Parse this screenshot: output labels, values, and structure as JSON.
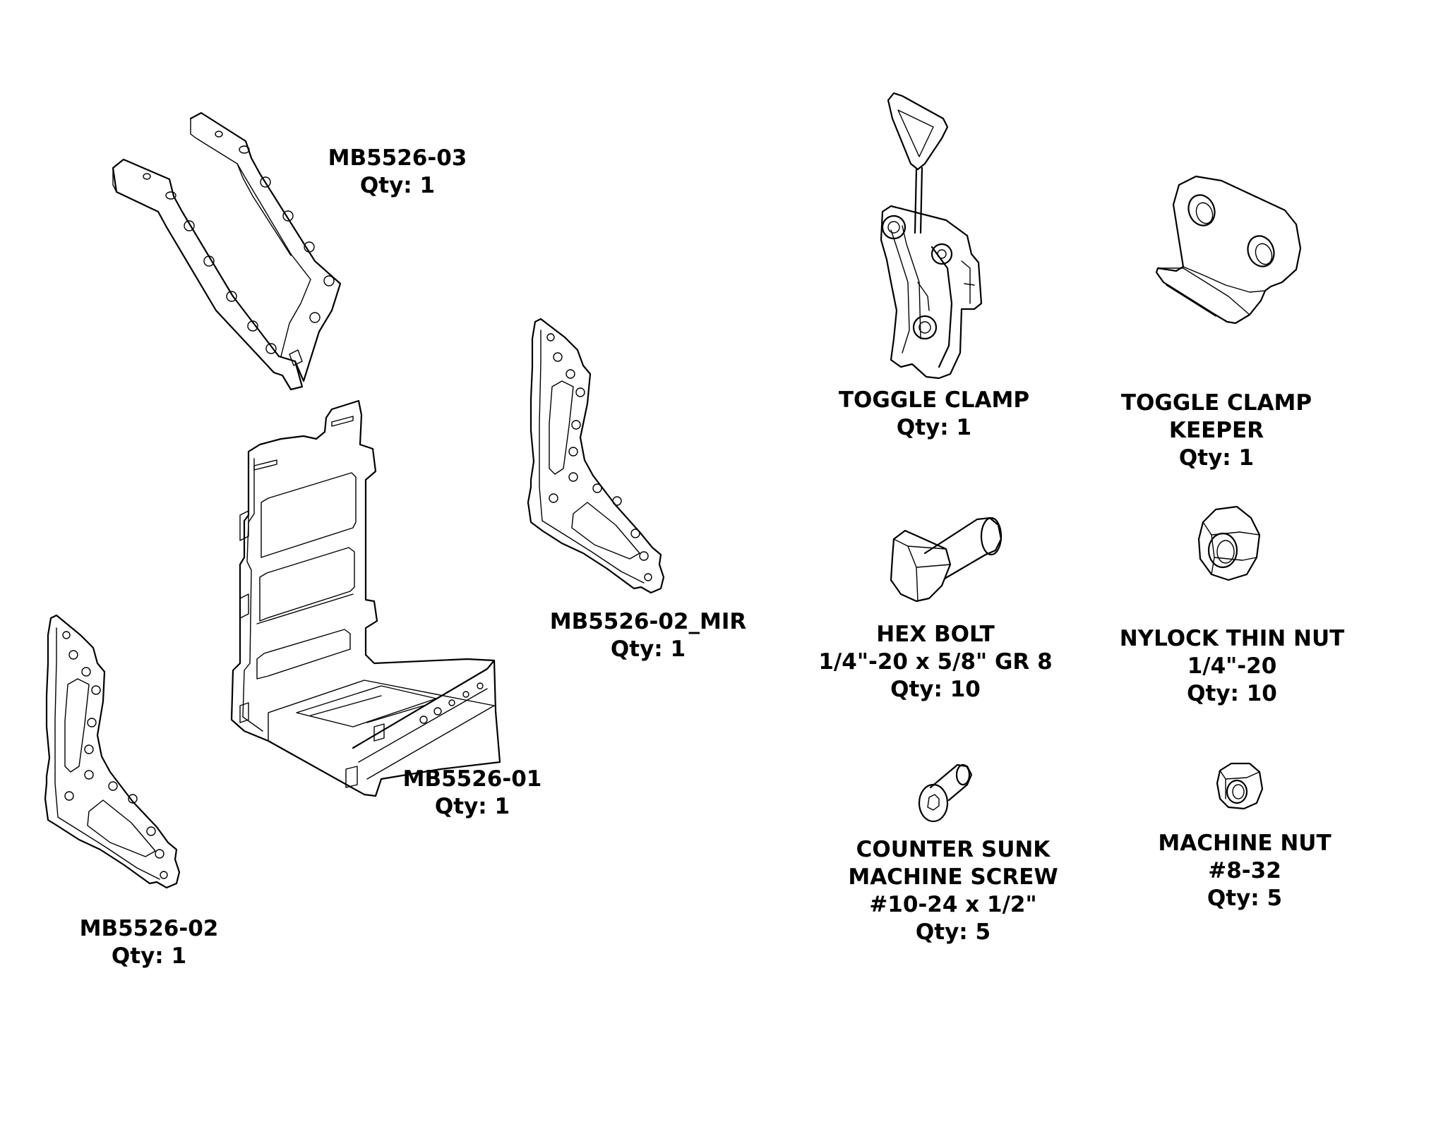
{
  "parts": {
    "mb5526_03": {
      "name": "MB5526-03",
      "qty": "Qty: 1"
    },
    "toggle_clamp": {
      "name": "TOGGLE CLAMP",
      "qty": "Qty: 1"
    },
    "toggle_clamp_keeper": {
      "line1": "TOGGLE CLAMP",
      "line2": "KEEPER",
      "qty": "Qty: 1"
    },
    "mb5526_02_mir": {
      "name": "MB5526-02_MIR",
      "qty": "Qty: 1"
    },
    "hex_bolt": {
      "name": "HEX BOLT",
      "spec": "1/4\"-20 x 5/8\" GR 8",
      "qty": "Qty: 10"
    },
    "nylock_thin_nut": {
      "name": "NYLOCK THIN NUT",
      "spec": "1/4\"-20",
      "qty": "Qty: 10"
    },
    "mb5526_01": {
      "name": "MB5526-01",
      "qty": "Qty: 1"
    },
    "counter_sunk_screw": {
      "line1": "COUNTER SUNK",
      "line2": "MACHINE SCREW",
      "spec": "#10-24 x 1/2\"",
      "qty": "Qty: 5"
    },
    "machine_nut": {
      "name": "MACHINE NUT",
      "spec": "#8-32",
      "qty": "Qty: 5"
    },
    "mb5526_02": {
      "name": "MB5526-02",
      "qty": "Qty: 1"
    }
  }
}
